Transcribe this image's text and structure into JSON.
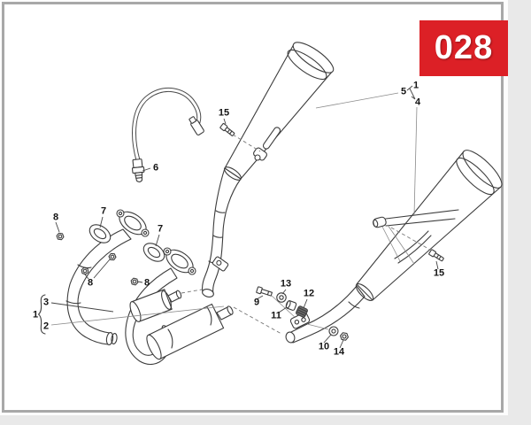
{
  "page": {
    "background": "#ffffff",
    "frame_color": "#a8a8a8",
    "gutter_color": "#e9e9e9"
  },
  "badge": {
    "number": "028",
    "background": "#dc2026",
    "text_color": "#ffffff"
  },
  "diagram": {
    "type": "exploded-parts-diagram",
    "description": "Line drawing of a motorcycle exhaust system: two silencers with link pipes, header pipes with flanges and pre-silencers, oxygen sensor, and fastening hardware",
    "line_color": "#3c3c3c",
    "callouts": [
      {
        "label": "15"
      },
      {
        "label": "5"
      },
      {
        "label": "1"
      },
      {
        "label": "4"
      },
      {
        "label": "6"
      },
      {
        "label": "8"
      },
      {
        "label": "7"
      },
      {
        "label": "7"
      },
      {
        "label": "8"
      },
      {
        "label": "8"
      },
      {
        "label": "3"
      },
      {
        "label": "1"
      },
      {
        "label": "2"
      },
      {
        "label": "9"
      },
      {
        "label": "13"
      },
      {
        "label": "11"
      },
      {
        "label": "12"
      },
      {
        "label": "10"
      },
      {
        "label": "14"
      },
      {
        "label": "15"
      }
    ]
  }
}
